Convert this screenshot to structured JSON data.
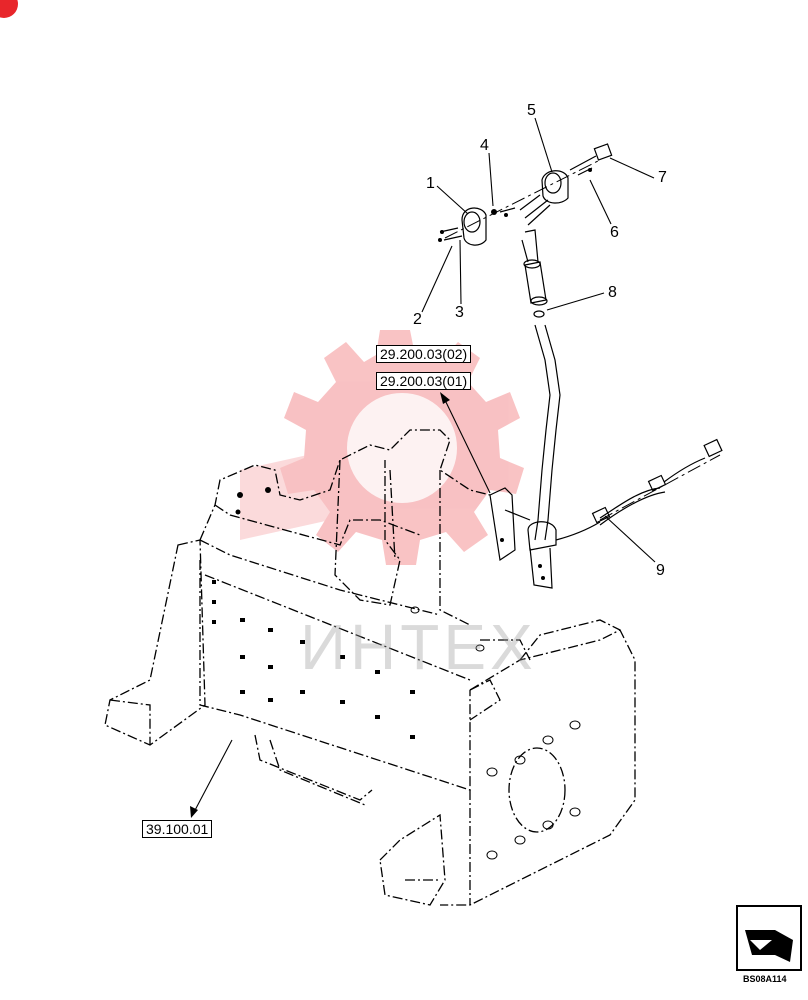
{
  "callouts": {
    "c1": "1",
    "c2": "2",
    "c3": "3",
    "c4": "4",
    "c5": "5",
    "c6": "6",
    "c7": "7",
    "c8": "8",
    "c9": "9"
  },
  "references": {
    "upper": "29.200.03(02)",
    "lower": "29.200.03(01)",
    "frame": "39.100.01"
  },
  "watermark": {
    "text": "ИНТЕХ",
    "color": "#e8262b"
  },
  "orientation": {
    "code": "BS08A114",
    "icon": "orientation-arrow-icon"
  },
  "colors": {
    "line": "#000000",
    "brand_red": "#e8262b"
  }
}
